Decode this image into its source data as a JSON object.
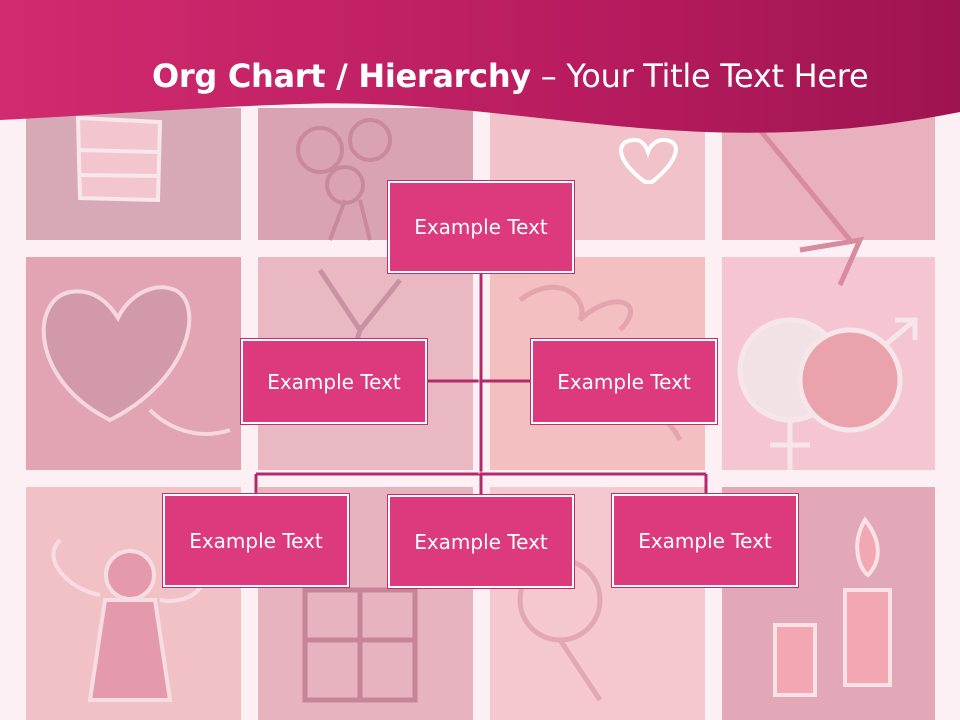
{
  "title": {
    "bold": "Org Chart / Hierarchy",
    "separator": " – ",
    "light": "Your Title Text Here"
  },
  "colors": {
    "header": "#b41a5c",
    "node_fill": "#dc3a7d",
    "connector": "#b42a68",
    "background": "#fdf0f5"
  },
  "org_chart": {
    "root": {
      "label": "Example Text"
    },
    "assistants": [
      {
        "label": "Example Text"
      },
      {
        "label": "Example Text"
      }
    ],
    "subordinates": [
      {
        "label": "Example Text"
      },
      {
        "label": "Example Text"
      },
      {
        "label": "Example Text"
      }
    ]
  }
}
